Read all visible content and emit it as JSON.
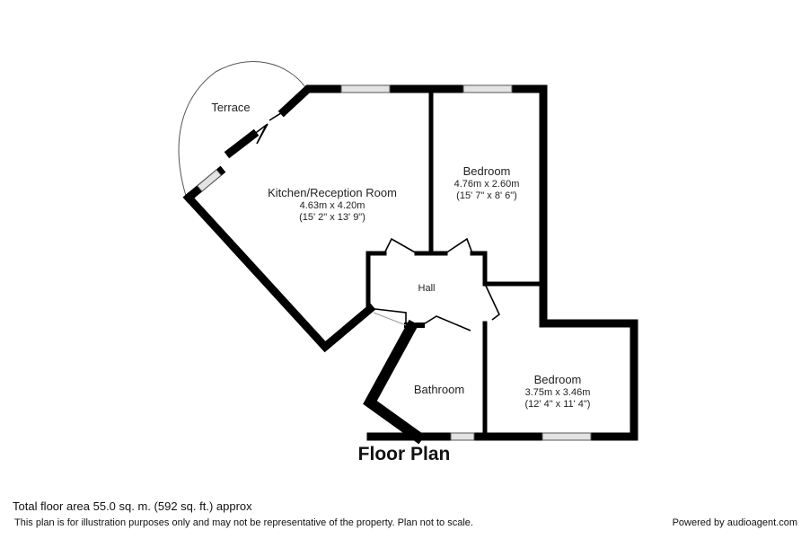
{
  "plan": {
    "title": "Floor Plan",
    "rooms": {
      "terrace": {
        "name": "Terrace"
      },
      "kitchen": {
        "name": "Kitchen/Reception Room",
        "metric": "4.63m x 4.20m",
        "imperial": "(15' 2\" x 13' 9\")"
      },
      "bedroom1": {
        "name": "Bedroom",
        "metric": "4.76m x 2.60m",
        "imperial": "(15' 7\" x 8' 6\")"
      },
      "hall": {
        "name": "Hall"
      },
      "bathroom": {
        "name": "Bathroom"
      },
      "bedroom2": {
        "name": "Bedroom",
        "metric": "3.75m x 3.46m",
        "imperial": "(12' 4\" x 11' 4\")"
      }
    },
    "colors": {
      "wall": "#000000",
      "window": "#d9d9d9",
      "line": "#333333",
      "background": "#ffffff"
    }
  },
  "footer": {
    "total_area": "Total floor area 55.0 sq. m. (592 sq. ft.) approx",
    "disclaimer": "This plan is for illustration purposes only and may not be representative of the property. Plan not to scale.",
    "powered_by": "Powered by audioagent.com"
  }
}
